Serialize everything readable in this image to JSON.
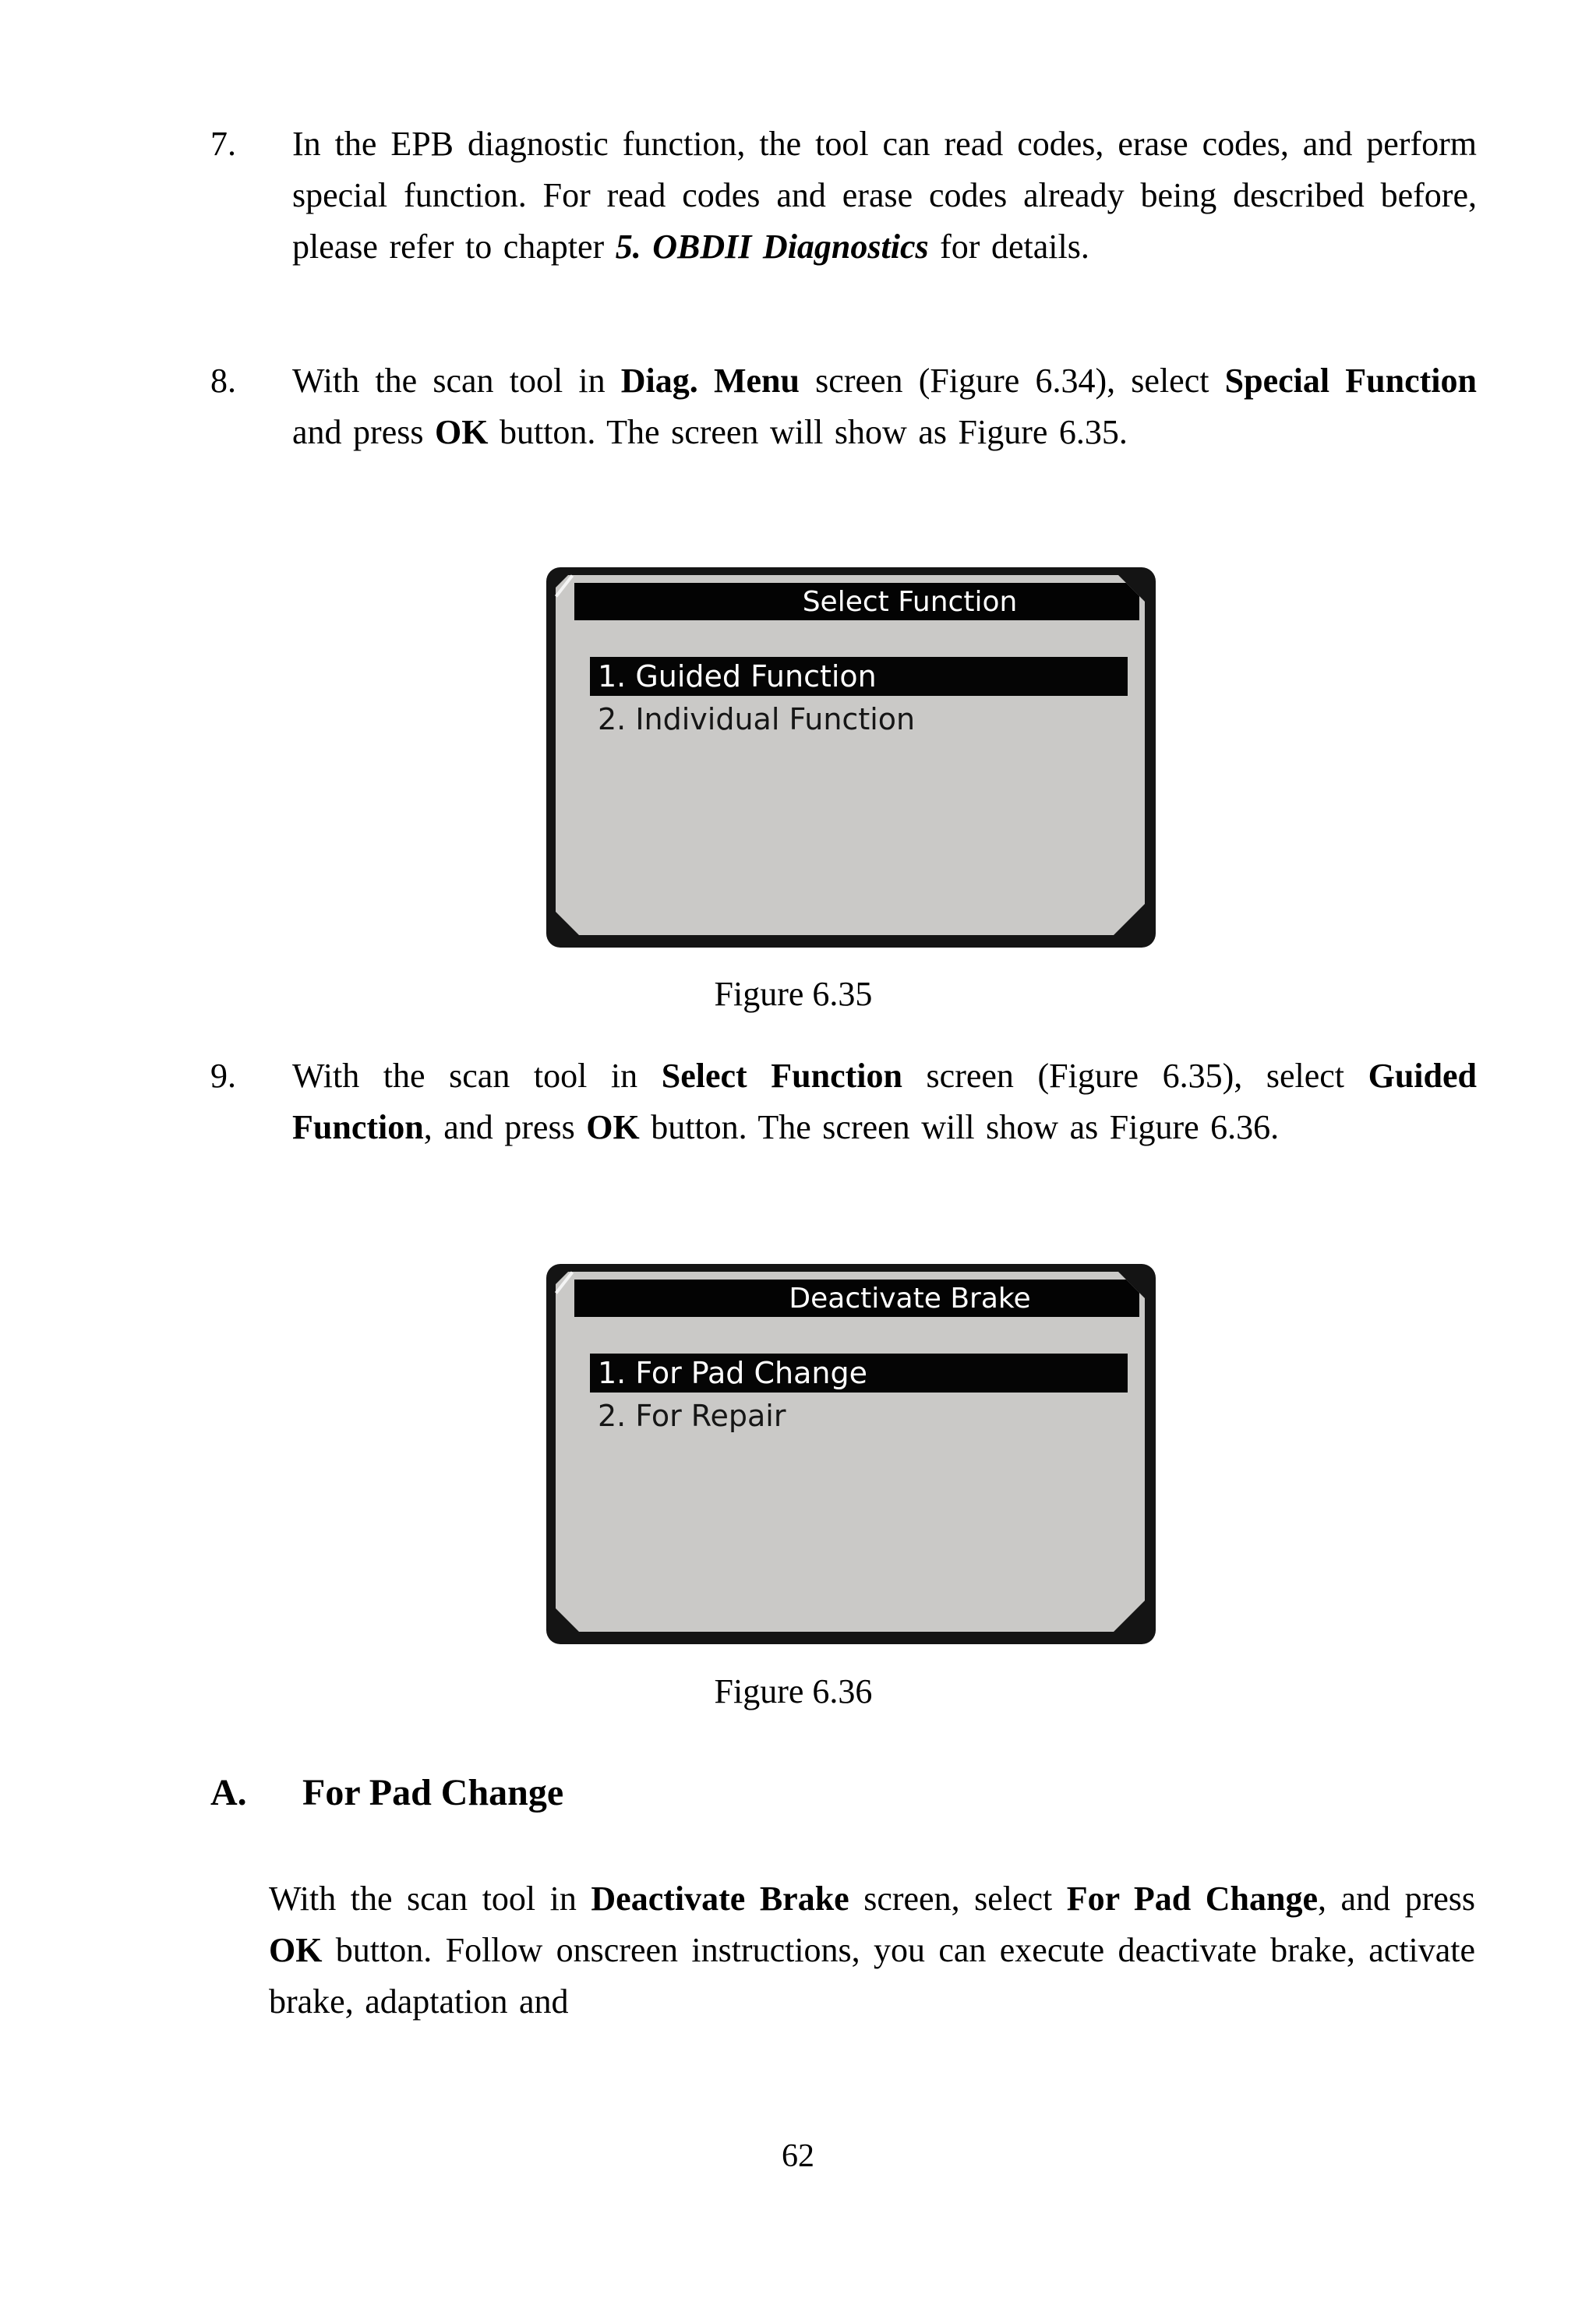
{
  "items": [
    {
      "number": "7.",
      "segments": {
        "s0": "In the EPB diagnostic function, the tool can read codes, erase codes, and perform special function. For read codes and erase codes already being described before, please refer to chapter ",
        "s1": "5. OBDII Diagnostics",
        "s2": " for details."
      }
    },
    {
      "number": "8.",
      "segments": {
        "s0": "With the scan tool in ",
        "s1": "Diag. Menu",
        "s2": " screen (Figure 6.34), select ",
        "s3": "Special Function",
        "s4": " and press ",
        "s5": "OK",
        "s6": " button. The screen will show as Figure 6.35."
      }
    },
    {
      "number": "9.",
      "segments": {
        "s0": "With the scan tool in ",
        "s1": "Select Function",
        "s2": " screen (Figure 6.35), select ",
        "s3": "Guided Function",
        "s4": ", and press ",
        "s5": "OK",
        "s6": " button. The screen will show as Figure 6.36."
      }
    }
  ],
  "screens": [
    {
      "title": "Select Function",
      "caption": "Figure 6.35",
      "menu": [
        {
          "label": "1. Guided Function",
          "selected": true
        },
        {
          "label": "2. Individual Function",
          "selected": false
        }
      ]
    },
    {
      "title": "Deactivate Brake",
      "caption": "Figure 6.36",
      "menu": [
        {
          "label": "1. For Pad Change",
          "selected": true
        },
        {
          "label": "2. For Repair",
          "selected": false
        }
      ]
    }
  ],
  "section": {
    "letter": "A.",
    "title": "For Pad Change"
  },
  "paragraph": {
    "segments": {
      "s0": "With the scan tool in ",
      "s1": "Deactivate Brake",
      "s2": " screen, select ",
      "s3": "For Pad Change",
      "s4": ", and press ",
      "s5": "OK",
      "s6": " button. Follow onscreen instructions, you can execute deactivate brake, activate brake, adaptation and"
    }
  },
  "page": {
    "number": "62"
  },
  "colors": {
    "page_background": "#ffffff",
    "text": "#000000",
    "screen_frame": "#141414",
    "screen_background": "#cac9c7",
    "screen_bar": "#030303",
    "screen_bar_text": "#ffffff"
  }
}
